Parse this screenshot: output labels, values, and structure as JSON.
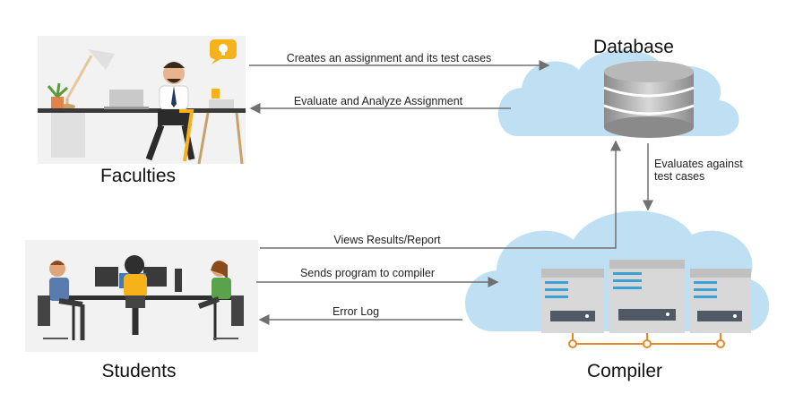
{
  "nodes": {
    "faculties": "Faculties",
    "students": "Students",
    "database": "Database",
    "compiler": "Compiler"
  },
  "edges": {
    "create_assignment": "Creates an assignment and its test cases",
    "evaluate_analyze": "Evaluate and Analyze Assignment",
    "evaluates_line1": "Evaluates against",
    "evaluates_line2": "test cases",
    "views_results": "Views Results/Report",
    "sends_program": "Sends program to compiler",
    "error_log": "Error Log"
  },
  "colors": {
    "cloud": "#bfe0f3",
    "arrow": "#707070",
    "accent": "#f5b21b",
    "server_blue": "#3aa0d8",
    "connector": "#e6892a"
  }
}
